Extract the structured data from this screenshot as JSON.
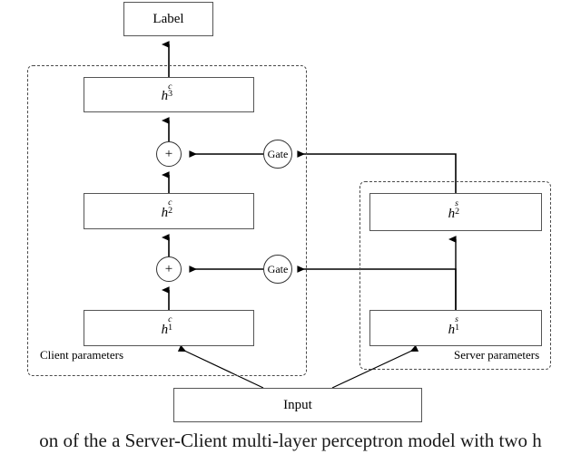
{
  "figure": {
    "caption": "on of the a Server-Client multi-layer perceptron model with two h",
    "background_color": "#ffffff",
    "line_color": "#000000",
    "box_border_color": "#555555",
    "dashed_group_color": "#4a4a4a"
  },
  "nodes": {
    "label": {
      "text": "Label"
    },
    "input": {
      "text": "Input"
    },
    "client_h3": {
      "base": "h",
      "sup": "c",
      "sub": "3"
    },
    "client_h2": {
      "base": "h",
      "sup": "c",
      "sub": "2"
    },
    "client_h1": {
      "base": "h",
      "sup": "c",
      "sub": "1"
    },
    "server_h2": {
      "base": "h",
      "sup": "s",
      "sub": "2"
    },
    "server_h1": {
      "base": "h",
      "sup": "s",
      "sub": "1"
    },
    "adder_top": {
      "symbol": "+"
    },
    "adder_bottom": {
      "symbol": "+"
    },
    "gate_top": {
      "text": "Gate"
    },
    "gate_bottom": {
      "text": "Gate"
    }
  },
  "groups": {
    "client": {
      "caption": "Client parameters"
    },
    "server": {
      "caption": "Server parameters"
    }
  }
}
